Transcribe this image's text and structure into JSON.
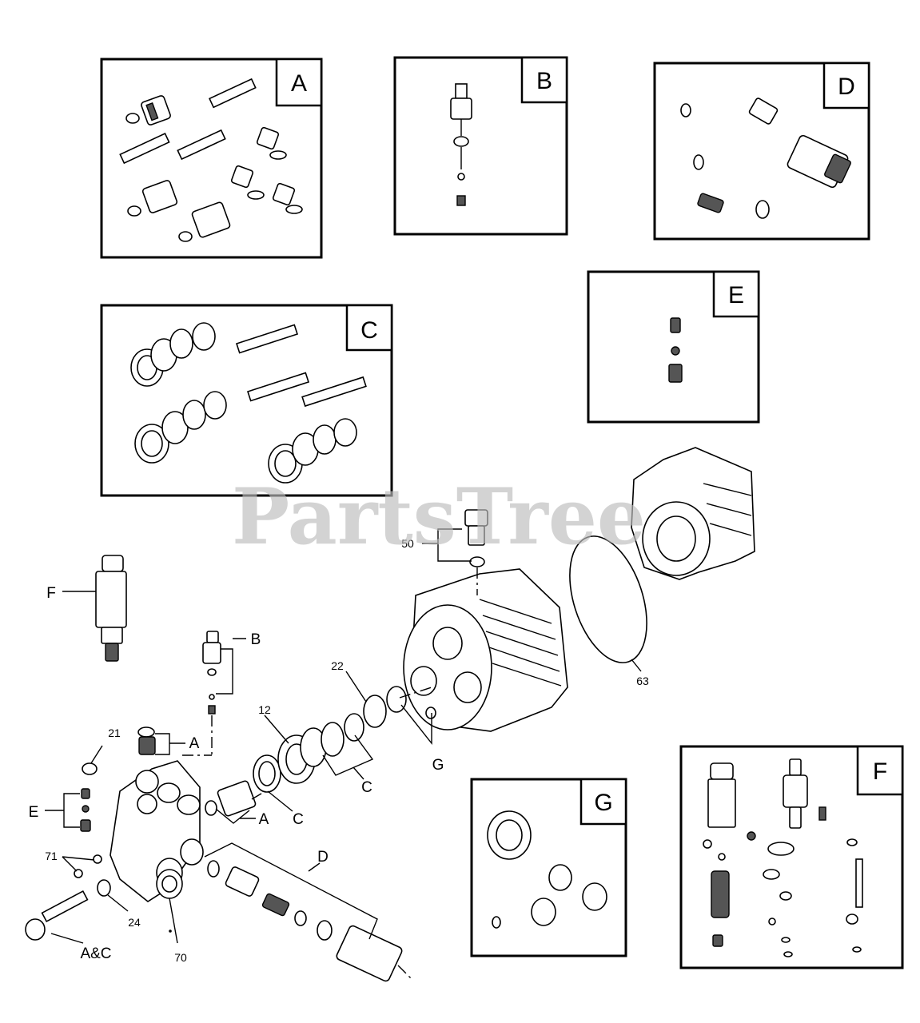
{
  "watermark": "PartsTree",
  "insets": {
    "A": "A",
    "B": "B",
    "C": "C",
    "D": "D",
    "E": "E",
    "F": "F",
    "G": "G"
  },
  "callouts": {
    "c50": "50",
    "c63": "63",
    "c22": "22",
    "c12": "12",
    "c21": "21",
    "c71": "71",
    "c24": "24",
    "c70": "70",
    "F": "F",
    "B": "B",
    "A1": "A",
    "A2": "A",
    "C1": "C",
    "C2": "C",
    "G": "G",
    "E": "E",
    "D": "D",
    "AC": "A&C"
  }
}
